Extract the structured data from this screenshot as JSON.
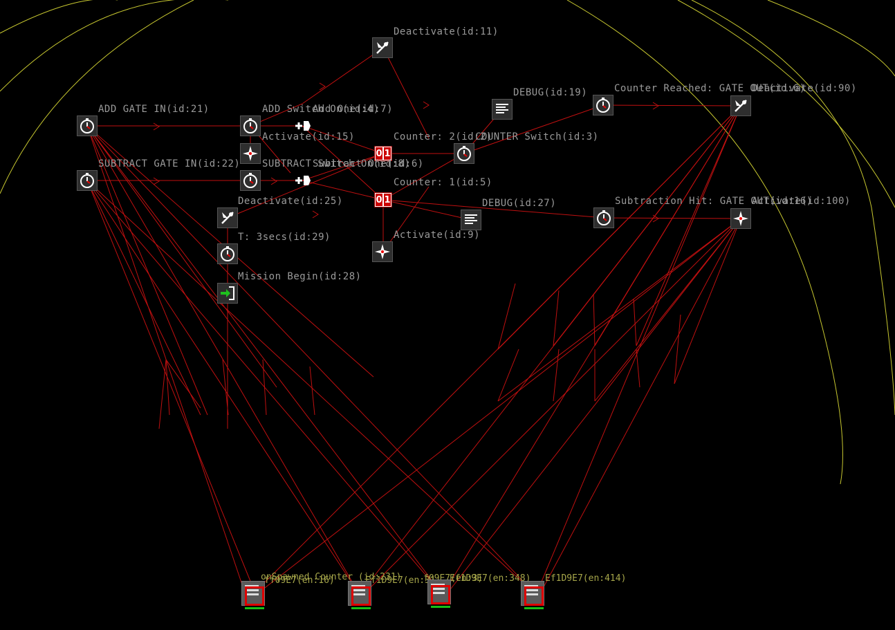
{
  "colors": {
    "background": "#000000",
    "link": "#c01010",
    "arc": "#c8c830",
    "label": "#9a9a9a",
    "entity_label": "#a6a64a",
    "selection": "#e00000",
    "health_bar": "#17c017"
  },
  "nodes": {
    "deactivate_11": {
      "label": "Deactivate(id:11)",
      "icon": "deactivate-icon"
    },
    "add_gate_in": {
      "label": "ADD GATE IN(id:21)",
      "icon": "timer-icon"
    },
    "add_switch_on": {
      "label": "ADD Switch On(id:4)",
      "icon": "timer-icon"
    },
    "add_one": {
      "label": "Add One(id:7)",
      "icon": "add-icon"
    },
    "activate_15": {
      "label": "Activate(id:15)",
      "icon": "activate-icon"
    },
    "counter_2": {
      "label": "Counter: 2(id:2)",
      "icon": "counter-icon"
    },
    "counter_switch": {
      "label": "COUNTER Switch(id:3)",
      "icon": "timer-icon"
    },
    "debug_19": {
      "label": "DEBUG(id:19)",
      "icon": "debug-icon"
    },
    "counter_reached": {
      "label": "Counter Reached: GATE OUT(id:6)",
      "icon": "timer-icon"
    },
    "deactivate_90": {
      "label": "Deactivate(id:90)",
      "icon": "deactivate-icon"
    },
    "subtract_gate_in": {
      "label": "SUBTRACT GATE IN(id:22)",
      "icon": "timer-icon"
    },
    "subtract_switch": {
      "label": "SUBTRACT Switch On(id:8)",
      "icon": "timer-icon"
    },
    "subtract_one": {
      "label": "Subtract One(id:6)",
      "icon": "add-icon"
    },
    "counter_1": {
      "label": "Counter: 1(id:5)",
      "icon": "counter-icon"
    },
    "deactivate_25": {
      "label": "Deactivate(id:25)",
      "icon": "deactivate-icon"
    },
    "debug_27": {
      "label": "DEBUG(id:27)",
      "icon": "debug-icon"
    },
    "subtraction_hit": {
      "label": "Subtraction Hit: GATE OUT(id:16)",
      "icon": "timer-icon"
    },
    "activate_100": {
      "label": "Activate(id:100)",
      "icon": "activate-icon"
    },
    "timer_3secs": {
      "label": "T: 3secs(id:29)",
      "icon": "timer-icon"
    },
    "activate_9": {
      "label": "Activate(id:9)",
      "icon": "activate-icon"
    },
    "mission_begin": {
      "label": "Mission Begin(id:28)",
      "icon": "mission-begin-icon"
    }
  },
  "entities": {
    "label_1": "onSpawned Counter (id:231)",
    "label_2": "ff09E7(en:16)",
    "label_3": "Ef1D9E7(en:3)",
    "label_4": "f09E7(en:3)",
    "label_5": "Ef1D9E7(en:348)",
    "label_6": "Ef1D9E7(en:414)"
  },
  "counter_digits": [
    "0",
    "1"
  ]
}
